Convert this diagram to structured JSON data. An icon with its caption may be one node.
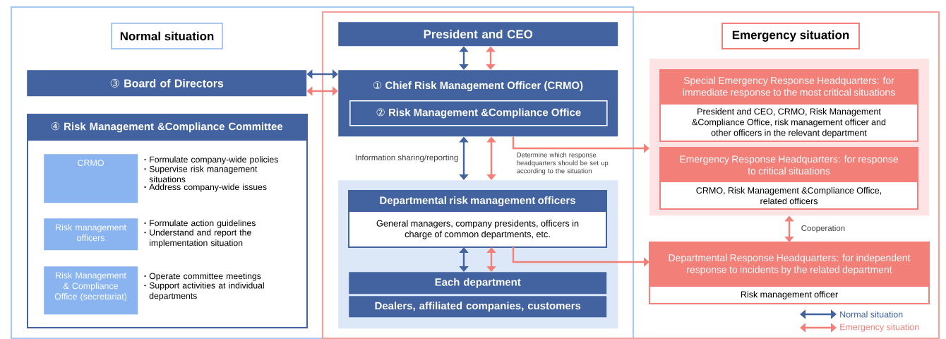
{
  "diagram": {
    "nodes": [
      {
        "text": [
          "Normal situation"
        ]
      },
      {
        "text": [
          "Emergency situation"
        ]
      },
      {
        "text": [
          "President and CEO"
        ]
      },
      {
        "text": [
          "③ Board of Directors"
        ]
      },
      {
        "text": [
          "① Chief Risk Management Officer (CRMO)"
        ]
      },
      {
        "text": [
          "② Risk Management &Compliance Office"
        ],
        "in": 4
      },
      {
        "text": [],
        "shape": "box"
      },
      {
        "text": [
          "④ Risk Management &Compliance Committee"
        ],
        "in": 6
      },
      {
        "text": [
          "CRMO"
        ],
        "in": 6,
        "beside": [
          "Formulate company-wide policies",
          "Supervise risk management situations",
          "Address company-wide issues"
        ]
      },
      {
        "text": [
          "Risk management officers"
        ],
        "in": 6,
        "beside": [
          "Formulate action guidelines",
          "Understand and report the implementation situation"
        ]
      },
      {
        "text": [
          "Risk Management & Compliance Office (secretariat)"
        ],
        "in": 6,
        "beside": [
          "Operate committee meetings",
          "Support activities at individual departments"
        ]
      },
      {
        "text": [],
        "shape": "box"
      },
      {
        "text": [
          "Departmental risk management officers",
          "General managers, company presidents, officers in charge of common departments, etc."
        ],
        "in": 11
      },
      {
        "text": [
          "Each department"
        ],
        "in": 11
      },
      {
        "text": [
          "Dealers, affiliated companies, customers"
        ],
        "in": 11
      },
      {
        "text": [],
        "shape": "box"
      },
      {
        "text": [
          "Special Emergency Response Headquarters: for immediate response to the most critical situations",
          "President and CEO, CRMO, Risk Management &Compliance Office, risk management officer and other officers in the relevant department"
        ],
        "in": 15
      },
      {
        "text": [
          "Emergency Response Headquarters: for response to critical situations",
          "CRMO, Risk Management &Compliance Office, related officers"
        ],
        "in": 15
      },
      {
        "text": [
          "Departmental Response Headquarters: for independent response to incidents by the related department",
          "Risk management officer"
        ]
      }
    ],
    "edges": [
      {
        "from": 2,
        "to": 4,
        "arrow": "both",
        "color": "#4263a0"
      },
      {
        "from": 2,
        "to": 4,
        "arrow": "both"
      },
      {
        "from": 4,
        "to": 3,
        "arrow": "both",
        "color": "#4263a0"
      },
      {
        "from": 4,
        "to": 3,
        "arrow": "both"
      },
      {
        "from": 4,
        "to": 11,
        "arrow": "both",
        "color": "#4263a0",
        "label": "Information sharing/reporting"
      },
      {
        "from": 4,
        "to": 11,
        "arrow": "both"
      },
      {
        "from": 12,
        "to": 13,
        "arrow": "both",
        "color": "#4263a0"
      },
      {
        "from": 12,
        "to": 13,
        "arrow": "both"
      },
      {
        "from": 4,
        "to": 15,
        "arrow": "to",
        "label": "Determine which response headquarters should be set up according to the situation"
      },
      {
        "from": 12,
        "to": 18,
        "arrow": "to"
      },
      {
        "from": 15,
        "to": 18,
        "arrow": "both",
        "label": "Cooperation"
      }
    ],
    "legend": [
      {
        "text": "Normal situation"
      },
      {
        "text": "Emergency situation"
      }
    ]
  }
}
